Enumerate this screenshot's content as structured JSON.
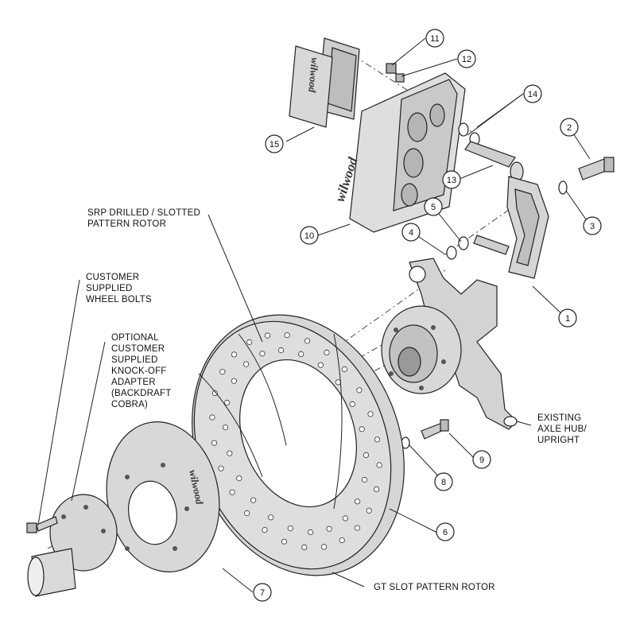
{
  "labels": {
    "srp_rotor": [
      "SRP DRILLED / SLOTTED",
      "PATTERN ROTOR"
    ],
    "wheel_bolts": [
      "CUSTOMER",
      "SUPPLIED",
      "WHEEL BOLTS"
    ],
    "knockoff": [
      "OPTIONAL",
      "CUSTOMER",
      "SUPPLIED",
      "KNOCK-OFF",
      "ADAPTER",
      "(BACKDRAFT",
      "COBRA)"
    ],
    "axle_hub": [
      "EXISTING",
      "AXLE HUB/",
      "UPRIGHT"
    ],
    "gt_rotor": "GT SLOT PATTERN ROTOR"
  },
  "callouts": [
    "1",
    "2",
    "3",
    "4",
    "5",
    "6",
    "7",
    "8",
    "9",
    "10",
    "11",
    "12",
    "13",
    "14",
    "15"
  ],
  "brand": "wilwood",
  "colors": {
    "part_fill": "#d8d8d8",
    "part_dark": "#b5b5b5",
    "line": "#222222",
    "background": "#ffffff"
  }
}
